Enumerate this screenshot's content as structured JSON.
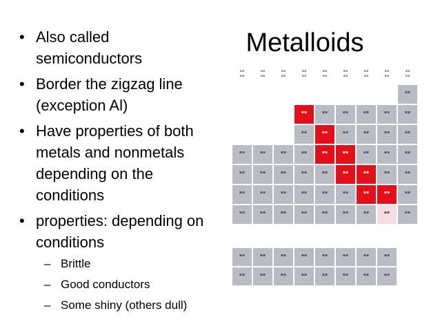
{
  "slide": {
    "title": "Metalloids",
    "bullets": [
      {
        "text": "Also called semiconductors"
      },
      {
        "text": "Border the zigzag line (exception Al)"
      },
      {
        "text": "Have properties of both metals and nonmetals depending on the conditions"
      },
      {
        "text": "properties: depending on conditions"
      }
    ],
    "sub_bullets": [
      {
        "text": "Brittle"
      },
      {
        "text": "Good conductors"
      },
      {
        "text": "Some shiny (others dull)"
      }
    ]
  },
  "colors": {
    "metalloid": "#e3101a",
    "element": "#b9bcc4",
    "highlight_light": "#f6dde2"
  }
}
